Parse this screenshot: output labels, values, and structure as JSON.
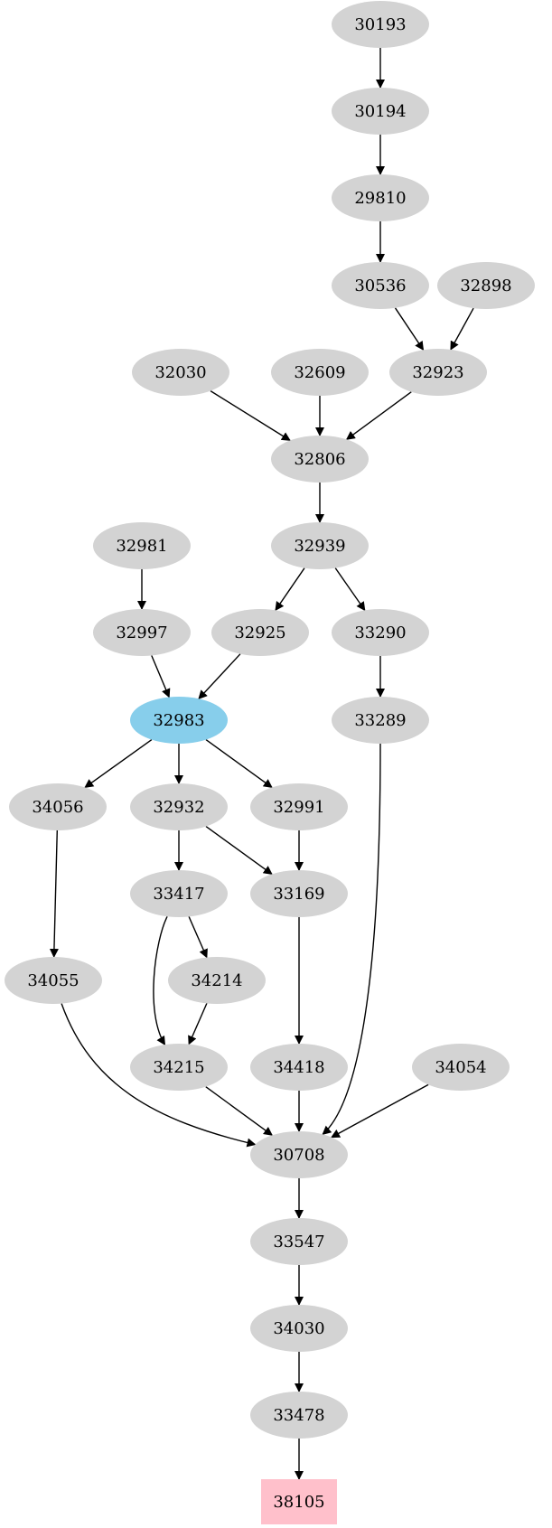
{
  "graph": {
    "colors": {
      "default_node": "#d3d3d3",
      "highlight_node": "#87ceeb",
      "target_node": "#ffc0cb",
      "edge": "#000000",
      "text": "#000000"
    },
    "nodes": [
      {
        "id": "n30193",
        "label": "30193",
        "shape": "ellipse",
        "style": "default"
      },
      {
        "id": "n30194",
        "label": "30194",
        "shape": "ellipse",
        "style": "default"
      },
      {
        "id": "n29810",
        "label": "29810",
        "shape": "ellipse",
        "style": "default"
      },
      {
        "id": "n30536",
        "label": "30536",
        "shape": "ellipse",
        "style": "default"
      },
      {
        "id": "n32898",
        "label": "32898",
        "shape": "ellipse",
        "style": "default"
      },
      {
        "id": "n32030",
        "label": "32030",
        "shape": "ellipse",
        "style": "default"
      },
      {
        "id": "n32609",
        "label": "32609",
        "shape": "ellipse",
        "style": "default"
      },
      {
        "id": "n32923",
        "label": "32923",
        "shape": "ellipse",
        "style": "default"
      },
      {
        "id": "n32806",
        "label": "32806",
        "shape": "ellipse",
        "style": "default"
      },
      {
        "id": "n32981",
        "label": "32981",
        "shape": "ellipse",
        "style": "default"
      },
      {
        "id": "n32939",
        "label": "32939",
        "shape": "ellipse",
        "style": "default"
      },
      {
        "id": "n32997",
        "label": "32997",
        "shape": "ellipse",
        "style": "default"
      },
      {
        "id": "n32925",
        "label": "32925",
        "shape": "ellipse",
        "style": "default"
      },
      {
        "id": "n33290",
        "label": "33290",
        "shape": "ellipse",
        "style": "default"
      },
      {
        "id": "n32983",
        "label": "32983",
        "shape": "ellipse",
        "style": "highlight"
      },
      {
        "id": "n33289",
        "label": "33289",
        "shape": "ellipse",
        "style": "default"
      },
      {
        "id": "n34056",
        "label": "34056",
        "shape": "ellipse",
        "style": "default"
      },
      {
        "id": "n32932",
        "label": "32932",
        "shape": "ellipse",
        "style": "default"
      },
      {
        "id": "n32991",
        "label": "32991",
        "shape": "ellipse",
        "style": "default"
      },
      {
        "id": "n33417",
        "label": "33417",
        "shape": "ellipse",
        "style": "default"
      },
      {
        "id": "n33169",
        "label": "33169",
        "shape": "ellipse",
        "style": "default"
      },
      {
        "id": "n34055",
        "label": "34055",
        "shape": "ellipse",
        "style": "default"
      },
      {
        "id": "n34214",
        "label": "34214",
        "shape": "ellipse",
        "style": "default"
      },
      {
        "id": "n34215",
        "label": "34215",
        "shape": "ellipse",
        "style": "default"
      },
      {
        "id": "n34418",
        "label": "34418",
        "shape": "ellipse",
        "style": "default"
      },
      {
        "id": "n34054",
        "label": "34054",
        "shape": "ellipse",
        "style": "default"
      },
      {
        "id": "n30708",
        "label": "30708",
        "shape": "ellipse",
        "style": "default"
      },
      {
        "id": "n33547",
        "label": "33547",
        "shape": "ellipse",
        "style": "default"
      },
      {
        "id": "n34030",
        "label": "34030",
        "shape": "ellipse",
        "style": "default"
      },
      {
        "id": "n33478",
        "label": "33478",
        "shape": "ellipse",
        "style": "default"
      },
      {
        "id": "n38105",
        "label": "38105",
        "shape": "box",
        "style": "target"
      }
    ],
    "edges": [
      {
        "from": "n30193",
        "to": "n30194"
      },
      {
        "from": "n30194",
        "to": "n29810"
      },
      {
        "from": "n29810",
        "to": "n30536"
      },
      {
        "from": "n30536",
        "to": "n32923"
      },
      {
        "from": "n32898",
        "to": "n32923"
      },
      {
        "from": "n32030",
        "to": "n32806"
      },
      {
        "from": "n32609",
        "to": "n32806"
      },
      {
        "from": "n32923",
        "to": "n32806"
      },
      {
        "from": "n32806",
        "to": "n32939"
      },
      {
        "from": "n32981",
        "to": "n32997"
      },
      {
        "from": "n32939",
        "to": "n32925"
      },
      {
        "from": "n32939",
        "to": "n33290"
      },
      {
        "from": "n32997",
        "to": "n32983"
      },
      {
        "from": "n32925",
        "to": "n32983"
      },
      {
        "from": "n33290",
        "to": "n33289"
      },
      {
        "from": "n32983",
        "to": "n34056"
      },
      {
        "from": "n32983",
        "to": "n32932"
      },
      {
        "from": "n32983",
        "to": "n32991"
      },
      {
        "from": "n34056",
        "to": "n34055"
      },
      {
        "from": "n32932",
        "to": "n33417"
      },
      {
        "from": "n32932",
        "to": "n33169"
      },
      {
        "from": "n32991",
        "to": "n33169"
      },
      {
        "from": "n33417",
        "to": "n34214"
      },
      {
        "from": "n33417",
        "to": "n34215"
      },
      {
        "from": "n34214",
        "to": "n34215"
      },
      {
        "from": "n33169",
        "to": "n34418"
      },
      {
        "from": "n34055",
        "to": "n30708"
      },
      {
        "from": "n34215",
        "to": "n30708"
      },
      {
        "from": "n34418",
        "to": "n30708"
      },
      {
        "from": "n33289",
        "to": "n30708"
      },
      {
        "from": "n34054",
        "to": "n30708"
      },
      {
        "from": "n30708",
        "to": "n33547"
      },
      {
        "from": "n33547",
        "to": "n34030"
      },
      {
        "from": "n34030",
        "to": "n33478"
      },
      {
        "from": "n33478",
        "to": "n38105"
      }
    ]
  }
}
